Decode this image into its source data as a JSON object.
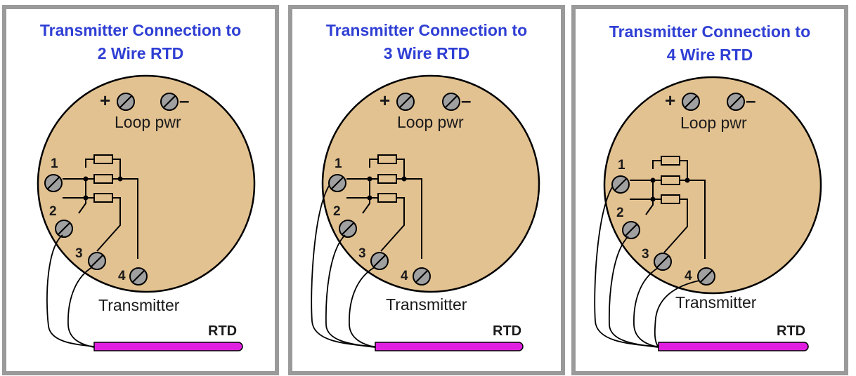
{
  "panels": [
    {
      "title_line1": "Transmitter Connection to",
      "title_line2": "2 Wire RTD",
      "plus": "+",
      "minus": "–",
      "loop_label": "Loop pwr",
      "terminals": [
        "1",
        "2",
        "3",
        "4"
      ],
      "transmitter_label": "Transmitter",
      "rtd_label": "RTD"
    },
    {
      "title_line1": "Transmitter Connection to",
      "title_line2": "3 Wire RTD",
      "plus": "+",
      "minus": "–",
      "loop_label": "Loop pwr",
      "terminals": [
        "1",
        "2",
        "3",
        "4"
      ],
      "transmitter_label": "Transmitter",
      "rtd_label": "RTD"
    },
    {
      "title_line1": "Transmitter Connection to",
      "title_line2": "4 Wire RTD",
      "plus": "+",
      "minus": "–",
      "loop_label": "Loop pwr",
      "terminals": [
        "1",
        "2",
        "3",
        "4"
      ],
      "transmitter_label": "Transmitter",
      "rtd_label": "RTD"
    }
  ],
  "colors": {
    "border": "#9a9a9a",
    "title": "#2f3fd4",
    "housing": "#e3c291",
    "terminal": "#a0a0a0",
    "rtd_probe": "#e020e0"
  }
}
